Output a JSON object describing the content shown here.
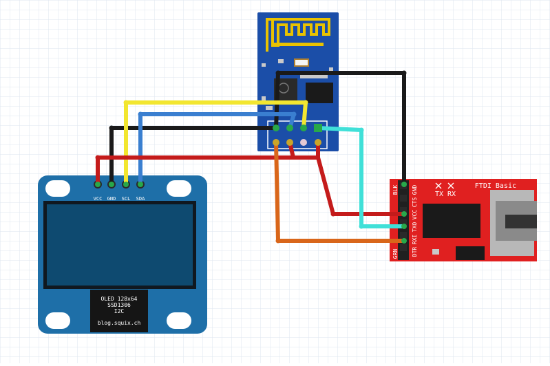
{
  "oled": {
    "pin_labels": [
      "VCC",
      "GND",
      "SCL",
      "SDA"
    ],
    "chip_label_lines": [
      "OLED 128x64",
      "SSD1306",
      "I2C"
    ],
    "chip_footer": "blog.squix.ch"
  },
  "ftdi": {
    "title": "FTDI Basic",
    "led_labels": [
      "TX",
      "RX"
    ],
    "pin_labels": [
      "BLK",
      "GND",
      "CTS",
      "VCC",
      "TXO",
      "RXI",
      "DTR",
      "GRN"
    ]
  },
  "wire_colors": {
    "black": "#1a1a1a",
    "yellow": "#f2e630",
    "blue": "#3a7fd0",
    "red": "#c41b1b",
    "orange": "#d9661a",
    "cyan": "#40e0d8"
  },
  "board_colors": {
    "oled_pcb": "#1e6fa8",
    "esp_pcb": "#1b4ea8",
    "ftdi_pcb": "#e02020"
  }
}
